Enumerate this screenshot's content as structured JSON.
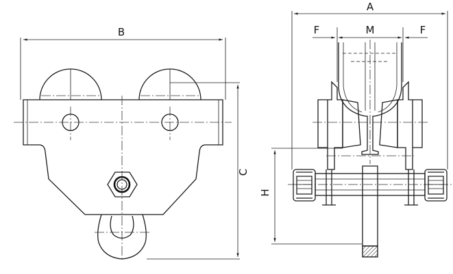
{
  "labels": {
    "a": "A",
    "b": "B",
    "c": "C",
    "h": "H",
    "m": "M",
    "f_left": "F",
    "f_right": "F"
  }
}
